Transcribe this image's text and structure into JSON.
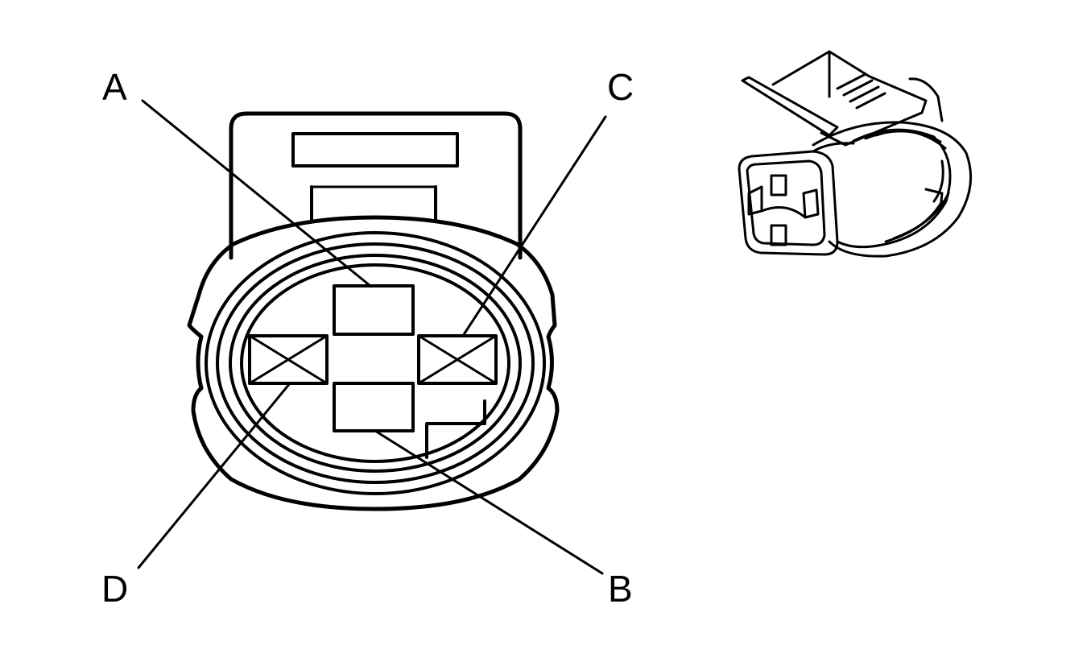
{
  "pins": {
    "a": {
      "label": "A",
      "terminal": "filled"
    },
    "b": {
      "label": "B",
      "terminal": "filled"
    },
    "c": {
      "label": "C",
      "terminal": "empty-cavity"
    },
    "d": {
      "label": "D",
      "terminal": "empty-cavity"
    }
  },
  "colors": {
    "line": "#000000",
    "background": "#ffffff"
  }
}
